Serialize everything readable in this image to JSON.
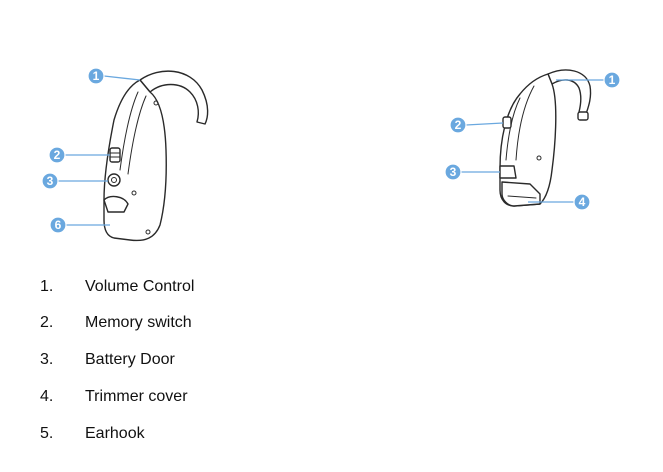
{
  "callouts": {
    "left": [
      "1",
      "2",
      "3",
      "6"
    ],
    "right": [
      "1",
      "2",
      "3",
      "4"
    ]
  },
  "legend": [
    {
      "number": "1.",
      "label": "Volume Control"
    },
    {
      "number": "2.",
      "label": "Memory switch"
    },
    {
      "number": "3.",
      "label": "Battery Door"
    },
    {
      "number": "4.",
      "label": "Trimmer cover"
    },
    {
      "number": "5.",
      "label": "Earhook"
    }
  ],
  "colors": {
    "callout": "#6aa8df",
    "outline": "#2a2a2a",
    "text": "#111111"
  }
}
